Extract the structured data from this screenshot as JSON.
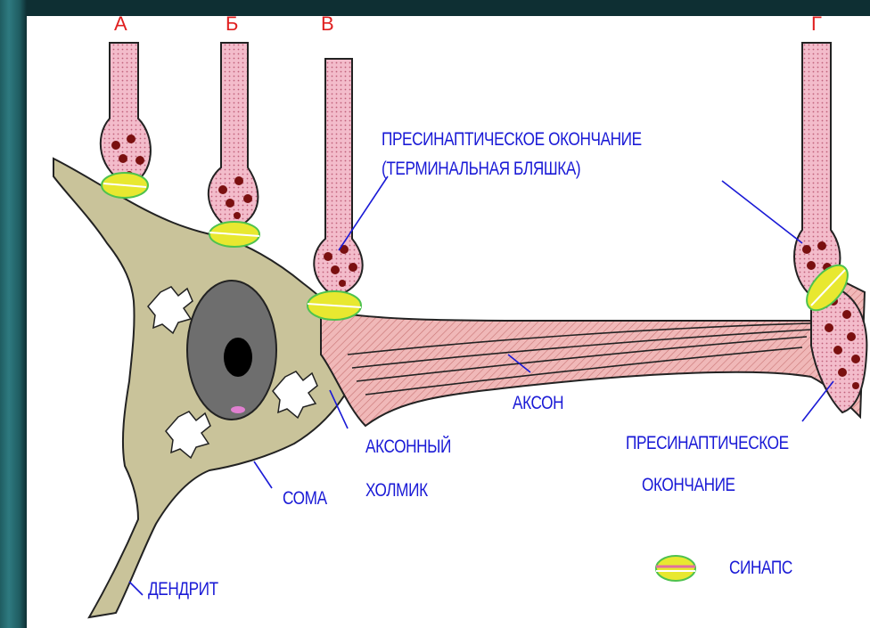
{
  "terminals": {
    "a": "А",
    "b": "Б",
    "v": "В",
    "g": "Г"
  },
  "labels": {
    "presynaptic_line1": "ПРЕСИНАПТИЧЕСКОЕ ОКОНЧАНИЕ",
    "presynaptic_line2": "(ТЕРМИНАЛЬНАЯ БЛЯШКА)",
    "axon": "АКСОН",
    "axon_hillock_line1": "АКСОННЫЙ",
    "axon_hillock_line2": "ХОЛМИК",
    "soma": "СОМА",
    "dendrite": "ДЕНДРИТ",
    "presynaptic2_line1": "ПРЕСИНАПТИЧЕСКОЕ",
    "presynaptic2_line2": "ОКОНЧАНИЕ",
    "synapse_legend": "СИНАПС"
  },
  "colors": {
    "cell_body": "#c9c39a",
    "axon": "#e8a3a3",
    "terminal": "#f2b5c5",
    "vesicle": "#7a1010",
    "synapse": "#e8e830",
    "synapse_border": "#4ec24e",
    "nucleus": "#6e6e6e",
    "nucleolus": "#000000",
    "label": "#1a1ad6",
    "letter": "#e02020",
    "outline": "#222222"
  }
}
